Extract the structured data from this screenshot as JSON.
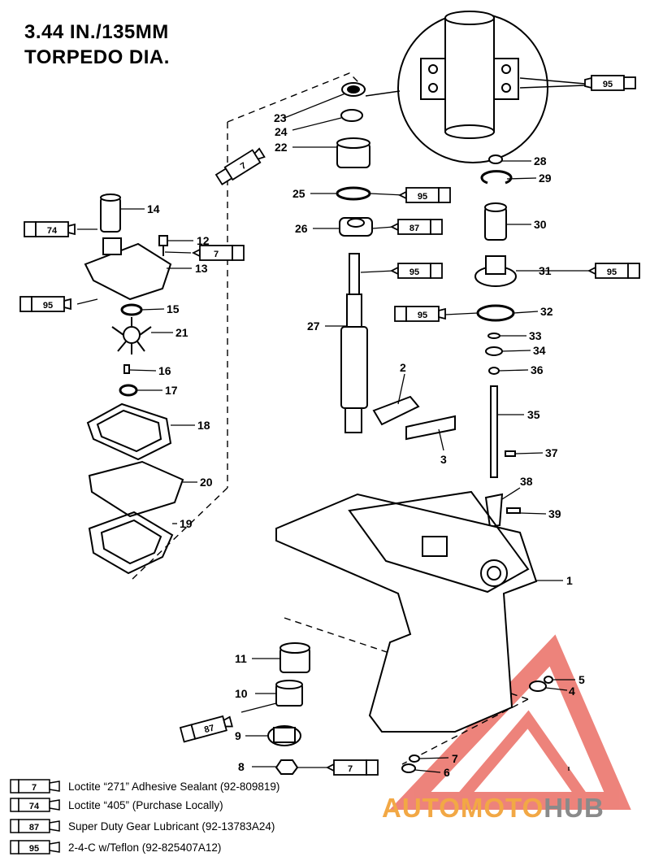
{
  "title": {
    "line1": "3.44 IN./135MM",
    "line2": "TORPEDO DIA."
  },
  "callouts": [
    "1",
    "2",
    "3",
    "4",
    "5",
    "6",
    "7",
    "7",
    "8",
    "9",
    "10",
    "11",
    "12",
    "13",
    "14",
    "15",
    "16",
    "17",
    "18",
    "19",
    "20",
    "21",
    "22",
    "23",
    "24",
    "25",
    "26",
    "27",
    "28",
    "29",
    "30",
    "31",
    "32",
    "33",
    "34",
    "35",
    "36",
    "37",
    "38",
    "39"
  ],
  "tubes": [
    "95",
    "7",
    "74",
    "7",
    "95",
    "95",
    "87",
    "95",
    "95",
    "95",
    "87",
    "7"
  ],
  "legend": [
    {
      "code": "7",
      "text": "Loctite “271” Adhesive Sealant (92-809819)"
    },
    {
      "code": "74",
      "text": "Loctite “405” (Purchase Locally)"
    },
    {
      "code": "87",
      "text": "Super Duty Gear Lubricant (92-13783A24)"
    },
    {
      "code": "95",
      "text": "2-4-C w/Teflon (92-825407A12)"
    }
  ],
  "logo": {
    "part1": "AUTOMOTO",
    "part2": "HUB"
  },
  "colors": {
    "logo_red": "#e85a50",
    "logo_orange": "#f2a845",
    "logo_gray": "#8a8a8a"
  }
}
